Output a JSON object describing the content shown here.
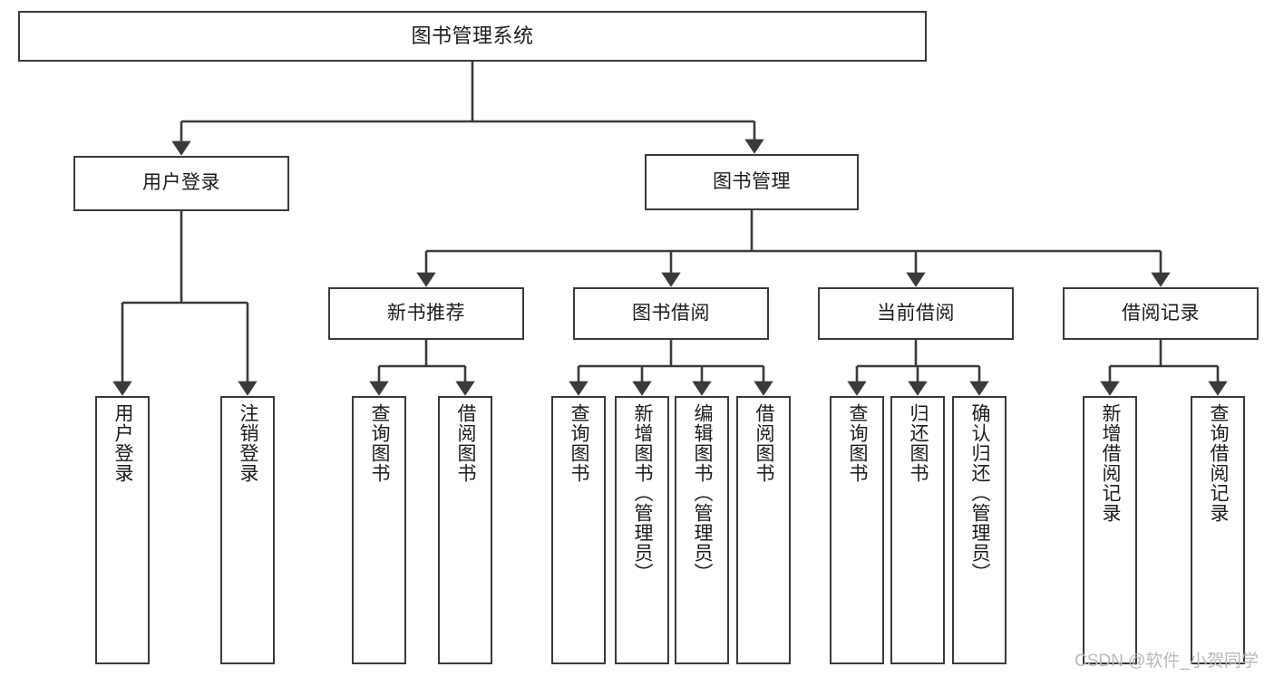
{
  "diagram": {
    "type": "tree",
    "title": "图书管理系统",
    "style": {
      "box_border_color": "#3a3a3a",
      "box_fill_color": "#ffffff",
      "connector_color": "#3a3a3a",
      "text_color": "#1b1b1b",
      "background": "#ffffff"
    },
    "nodes": {
      "root": {
        "label": "图书管理系统",
        "level": 1,
        "orientation": "horizontal"
      },
      "l2_user_login": {
        "label": "用户登录",
        "level": 2,
        "orientation": "horizontal"
      },
      "l2_book_manage": {
        "label": "图书管理",
        "level": 2,
        "orientation": "horizontal"
      },
      "l3_new_book_rec": {
        "label": "新书推荐",
        "level": 3,
        "orientation": "horizontal"
      },
      "l3_book_borrow": {
        "label": "图书借阅",
        "level": 3,
        "orientation": "horizontal"
      },
      "l3_current_borrow": {
        "label": "当前借阅",
        "level": 3,
        "orientation": "horizontal"
      },
      "l3_borrow_record": {
        "label": "借阅记录",
        "level": 3,
        "orientation": "horizontal"
      },
      "leaf_user_login": {
        "label": "用户登录",
        "level": 4,
        "orientation": "vertical"
      },
      "leaf_logout_login": {
        "label": "注销登录",
        "level": 4,
        "orientation": "vertical"
      },
      "leaf_query_book_rec": {
        "label": "查询图书",
        "level": 4,
        "orientation": "vertical"
      },
      "leaf_borrow_book_rec": {
        "label": "借阅图书",
        "level": 4,
        "orientation": "vertical"
      },
      "leaf_query_book_borrow": {
        "label": "查询图书",
        "level": 4,
        "orientation": "vertical"
      },
      "leaf_add_book_admin": {
        "label": "新增图书（管理员）",
        "level": 4,
        "orientation": "vertical"
      },
      "leaf_edit_book_admin": {
        "label": "编辑图书（管理员）",
        "level": 4,
        "orientation": "vertical"
      },
      "leaf_borrow_book": {
        "label": "借阅图书",
        "level": 4,
        "orientation": "vertical"
      },
      "leaf_query_book_current": {
        "label": "查询图书",
        "level": 4,
        "orientation": "vertical"
      },
      "leaf_return_book": {
        "label": "归还图书",
        "level": 4,
        "orientation": "vertical"
      },
      "leaf_confirm_return_admin": {
        "label": "确认归还（管理员）",
        "level": 4,
        "orientation": "vertical"
      },
      "leaf_add_borrow_record": {
        "label": "新增借阅记录",
        "level": 4,
        "orientation": "vertical"
      },
      "leaf_query_borrow_record": {
        "label": "查询借阅记录",
        "level": 4,
        "orientation": "vertical"
      }
    },
    "edges": [
      {
        "from": "root",
        "to": "l2_user_login"
      },
      {
        "from": "root",
        "to": "l2_book_manage"
      },
      {
        "from": "l2_user_login",
        "to": "leaf_user_login"
      },
      {
        "from": "l2_user_login",
        "to": "leaf_logout_login"
      },
      {
        "from": "l2_book_manage",
        "to": "l3_new_book_rec"
      },
      {
        "from": "l2_book_manage",
        "to": "l3_book_borrow"
      },
      {
        "from": "l2_book_manage",
        "to": "l3_current_borrow"
      },
      {
        "from": "l2_book_manage",
        "to": "l3_borrow_record"
      },
      {
        "from": "l3_new_book_rec",
        "to": "leaf_query_book_rec"
      },
      {
        "from": "l3_new_book_rec",
        "to": "leaf_borrow_book_rec"
      },
      {
        "from": "l3_book_borrow",
        "to": "leaf_query_book_borrow"
      },
      {
        "from": "l3_book_borrow",
        "to": "leaf_add_book_admin"
      },
      {
        "from": "l3_book_borrow",
        "to": "leaf_edit_book_admin"
      },
      {
        "from": "l3_book_borrow",
        "to": "leaf_borrow_book"
      },
      {
        "from": "l3_current_borrow",
        "to": "leaf_query_book_current"
      },
      {
        "from": "l3_current_borrow",
        "to": "leaf_return_book"
      },
      {
        "from": "l3_current_borrow",
        "to": "leaf_confirm_return_admin"
      },
      {
        "from": "l3_borrow_record",
        "to": "leaf_add_borrow_record"
      },
      {
        "from": "l3_borrow_record",
        "to": "leaf_query_borrow_record"
      }
    ]
  },
  "watermark": {
    "text": "CSDN @软件_小贺同学"
  }
}
